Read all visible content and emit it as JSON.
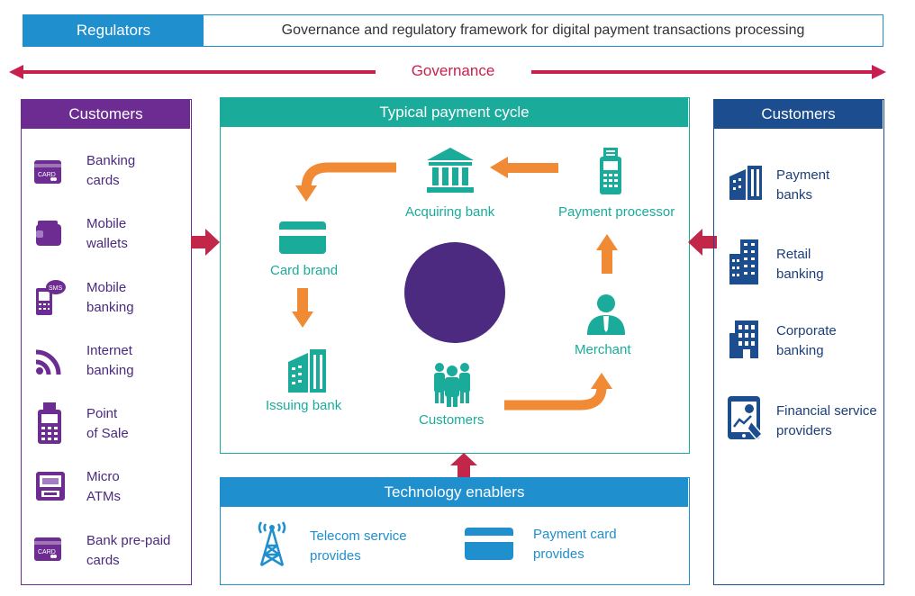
{
  "regulators": {
    "label": "Regulators",
    "description": "Governance and regulatory framework for digital payment transactions processing"
  },
  "governance": {
    "label": "Governance"
  },
  "left_panel": {
    "title": "Customers",
    "items": [
      {
        "label": "Banking\ncards",
        "icon": "card-icon",
        "icon_text": "CARD"
      },
      {
        "label": "Mobile\nwallets",
        "icon": "wallet-icon"
      },
      {
        "label": "Mobile\nbanking",
        "icon": "sms-phone-icon",
        "icon_text": "SMS"
      },
      {
        "label": "Internet\nbanking",
        "icon": "wifi-signal-icon"
      },
      {
        "label": "Point\nof Sale",
        "icon": "pos-terminal-icon"
      },
      {
        "label": "Micro\nATMs",
        "icon": "atm-icon"
      },
      {
        "label": "Bank pre-paid\ncards",
        "icon": "card-icon",
        "icon_text": "CARD"
      }
    ]
  },
  "center_panel": {
    "title": "Typical payment cycle",
    "nodes": {
      "acquiring_bank": "Acquiring bank",
      "payment_processor": "Payment processor",
      "card_brand": "Card brand",
      "issuing_bank": "Issuing bank",
      "customers": "Customers",
      "merchant": "Merchant"
    }
  },
  "right_panel": {
    "title": "Customers",
    "items": [
      {
        "label": "Payment\nbanks",
        "icon": "building-icon"
      },
      {
        "label": "Retail\nbanking",
        "icon": "tall-building-icon"
      },
      {
        "label": "Corporate\nbanking",
        "icon": "office-building-icon"
      },
      {
        "label": "Financial service\nproviders",
        "icon": "tablet-chart-icon"
      }
    ]
  },
  "tech_panel": {
    "title": "Technology enablers",
    "items": [
      {
        "label": "Telecom service\nprovides",
        "icon": "telecom-tower-icon"
      },
      {
        "label": "Payment card\nprovides",
        "icon": "payment-card-icon"
      }
    ]
  },
  "colors": {
    "regulators_blue": "#1f8fce",
    "governance_red": "#c8204e",
    "purple": "#6d2c91",
    "teal": "#1aab9b",
    "navy": "#1b4d8f",
    "orange": "#f08a35",
    "maroon": "#c2274a",
    "circle": "#4b2a7f"
  }
}
